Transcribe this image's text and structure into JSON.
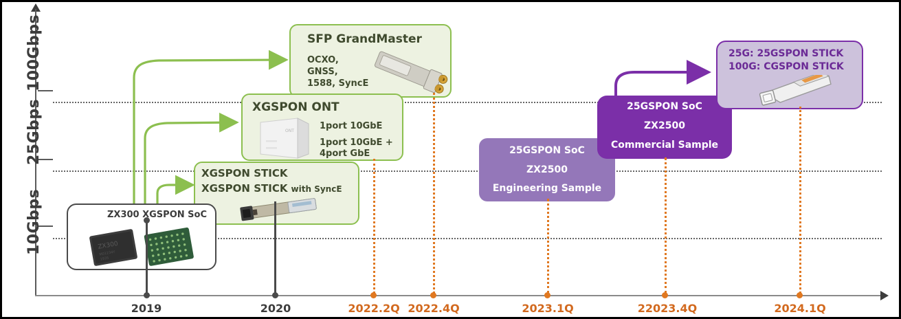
{
  "chart_data": {
    "type": "table",
    "title": "XGSPON / 25GSPON product roadmap",
    "xlabel": "",
    "ylabel": "",
    "yaxis": {
      "labels": [
        "100Gbps",
        "25Gbps",
        "10Gbps"
      ]
    },
    "xaxis": {
      "ticks": [
        {
          "label": "2019",
          "color": "#3c3c3c"
        },
        {
          "label": "2020",
          "color": "#3c3c3c"
        },
        {
          "label": "2022.2Q",
          "color": "#d2691e"
        },
        {
          "label": "2022.4Q",
          "color": "#d2691e"
        },
        {
          "label": "2023.1Q",
          "color": "#d2691e"
        },
        {
          "label": "22023.4Q",
          "color": "#d2691e"
        },
        {
          "label": "2024.1Q",
          "color": "#d2691e"
        }
      ]
    },
    "milestones": [
      {
        "name": "ZX300 XGSPON SoC",
        "date": "2019",
        "tier": "10Gbps"
      },
      {
        "name": "XGSPON STICK",
        "date": "2020",
        "tier": "10Gbps"
      },
      {
        "name": "XGSPON ONT",
        "date": "2022.2Q",
        "tier": "10Gbps"
      },
      {
        "name": "SFP GrandMaster",
        "date": "2022.4Q",
        "tier": "10Gbps"
      },
      {
        "name": "25GSPON SoC ZX2500 Engineering Sample",
        "date": "2023.1Q",
        "tier": "25Gbps"
      },
      {
        "name": "25GSPON SoC ZX2500 Commercial Sample",
        "date": "22023.4Q",
        "tier": "25Gbps"
      },
      {
        "name": "25G: 25GSPON STICK / 100G: CGSPON STICK",
        "date": "2024.1Q",
        "tier": "100Gbps"
      }
    ]
  },
  "yaxis": {
    "label_100": "100Gbps",
    "label_25": "25Gbps",
    "label_10": "10Gbps"
  },
  "timeline": {
    "t2019": "2019",
    "t2020": "2020",
    "t2022_2q": "2022.2Q",
    "t2022_4q": "2022.4Q",
    "t2023_1q": "2023.1Q",
    "t22023_4q": "22023.4Q",
    "t2024_1q": "2024.1Q"
  },
  "cards": {
    "sfp_grandmaster": {
      "title": "SFP GrandMaster",
      "line1": "OCXO,",
      "line2": "GNSS,",
      "line3": "1588, SyncE"
    },
    "xgspon_ont": {
      "title": "XGSPON ONT",
      "spec1": "1port 10GbE",
      "spec2a": "1port 10GbE +",
      "spec2b": "4port GbE"
    },
    "xgspon_stick": {
      "line1": "XGSPON STICK",
      "line2_main": "XGSPON STICK",
      "line2_sub": "with SyncE"
    },
    "zx300": {
      "title": "ZX300 XGSPON SoC"
    },
    "soc_engineering": {
      "line1": "25GSPON SoC",
      "line2": "ZX2500",
      "line3": "Engineering Sample"
    },
    "soc_commercial": {
      "line1": "25GSPON SoC",
      "line2": "ZX2500",
      "line3": "Commercial Sample"
    },
    "stick_25g_100g": {
      "line1": "25G: 25GSPON STICK",
      "line2": "100G: CGSPON STICK"
    }
  },
  "colors": {
    "green_border": "#8cbf4f",
    "green_fill": "#edf2e1",
    "purple_dark": "#7b2fa8",
    "purple_light": "#9477b9",
    "lavender": "#cdc2dc",
    "orange": "#d2691e",
    "axis": "#5a5a5a"
  }
}
